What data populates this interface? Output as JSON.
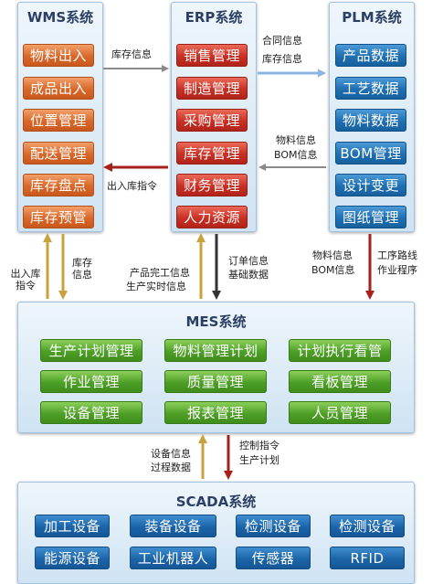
{
  "wms": {
    "title": "WMS系统",
    "items": [
      "物料出入",
      "成品出入",
      "位置管理",
      "配送管理",
      "库存盘点",
      "库存预管"
    ]
  },
  "erp": {
    "title": "ERP系统",
    "items": [
      "销售管理",
      "制造管理",
      "采购管理",
      "库存管理",
      "财务管理",
      "人力资源"
    ]
  },
  "plm": {
    "title": "PLM系统",
    "items": [
      "产品数据",
      "工艺数据",
      "物料数据",
      "BOM管理",
      "设计变更",
      "图纸管理"
    ]
  },
  "mes": {
    "title": "MES系统",
    "rows": [
      [
        "生产计划管理",
        "物料管理计划",
        "计划执行看管"
      ],
      [
        "作业管理",
        "质量管理",
        "看板管理"
      ],
      [
        "设备管理",
        "报表管理",
        "人员管理"
      ]
    ]
  },
  "scada": {
    "title": "SCADA系统",
    "rows": [
      [
        "加工设备",
        "装备设备",
        "检测设备",
        "检测设备"
      ],
      [
        "能源设备",
        "工业机器人",
        "传感器",
        "RFID"
      ]
    ]
  },
  "flows": {
    "wms_to_erp": "库存信息",
    "erp_to_plm_1": "合同信息",
    "erp_to_plm_2": "库存信息",
    "plm_to_erp_1": "物料信息",
    "plm_to_erp_2": "BOM信息",
    "erp_to_wms": "出入库指令",
    "mes_to_wms_1": "出入库",
    "mes_to_wms_2": "指令",
    "wms_to_mes_1": "库存",
    "wms_to_mes_2": "信息",
    "mes_to_erp_1": "产品完工信息",
    "mes_to_erp_2": "生产实时信息",
    "erp_to_mes_1": "订单信息",
    "erp_to_mes_2": "基础数据",
    "plm_to_mes_1": "物料信息",
    "plm_to_mes_2": "BOM信息",
    "plm_to_mes_3": "工序路线",
    "plm_to_mes_4": "作业程序",
    "scada_to_mes_1": "设备信息",
    "scada_to_mes_2": "过程数据",
    "mes_to_scada_1": "控制指令",
    "mes_to_scada_2": "生产计划"
  },
  "colors": {
    "wms_button": "#d8682a",
    "erp_button": "#c83024",
    "plm_button": "#1f6fb2",
    "mes_button": "#4e9f27",
    "scada_button": "#1b64a8",
    "arrow_gray": "#8a8a8a",
    "arrow_blue": "#8ab4e0",
    "arrow_red": "#a8201a",
    "arrow_gold": "#c8a23c"
  }
}
